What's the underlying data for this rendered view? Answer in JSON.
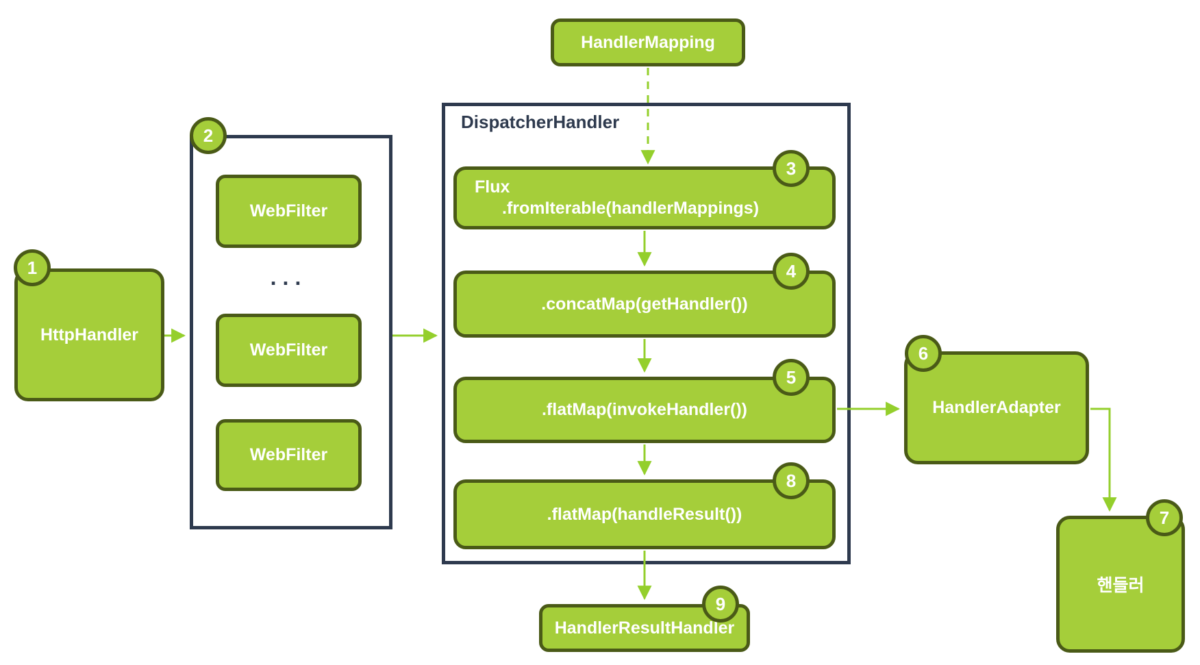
{
  "diagram": {
    "type": "flow-diagram",
    "frames": {
      "dispatcher": {
        "title": "DispatcherHandler"
      },
      "web_filters": {
        "badge": "2",
        "ellipsis": "..."
      }
    },
    "nodes": {
      "handler_mapping": {
        "label": "HandlerMapping"
      },
      "http_handler": {
        "label": "HttpHandler",
        "badge": "1"
      },
      "web_filters": [
        "WebFilter",
        "WebFilter",
        "WebFilter"
      ],
      "flux": {
        "line1": "Flux",
        "line2": ".fromIterable(handlerMappings)",
        "badge": "3"
      },
      "concat_map": {
        "label": ".concatMap(getHandler())",
        "badge": "4"
      },
      "flat_map_invoke": {
        "label": ".flatMap(invokeHandler())",
        "badge": "5"
      },
      "handler_adapter": {
        "label": "HandlerAdapter",
        "badge": "6"
      },
      "handler_kr": {
        "label": "핸들러",
        "badge": "7"
      },
      "flat_map_result": {
        "label": ".flatMap(handleResult())",
        "badge": "8"
      },
      "handler_result_handler": {
        "label": "HandlerResultHandler",
        "badge": "9"
      }
    },
    "colors": {
      "node_fill": "#a5ce3a",
      "node_border": "#4a5a17",
      "arrow": "#94cf2c",
      "frame": "#2e3a4e",
      "node_text": "#ffffff",
      "background": "#ffffff"
    }
  }
}
